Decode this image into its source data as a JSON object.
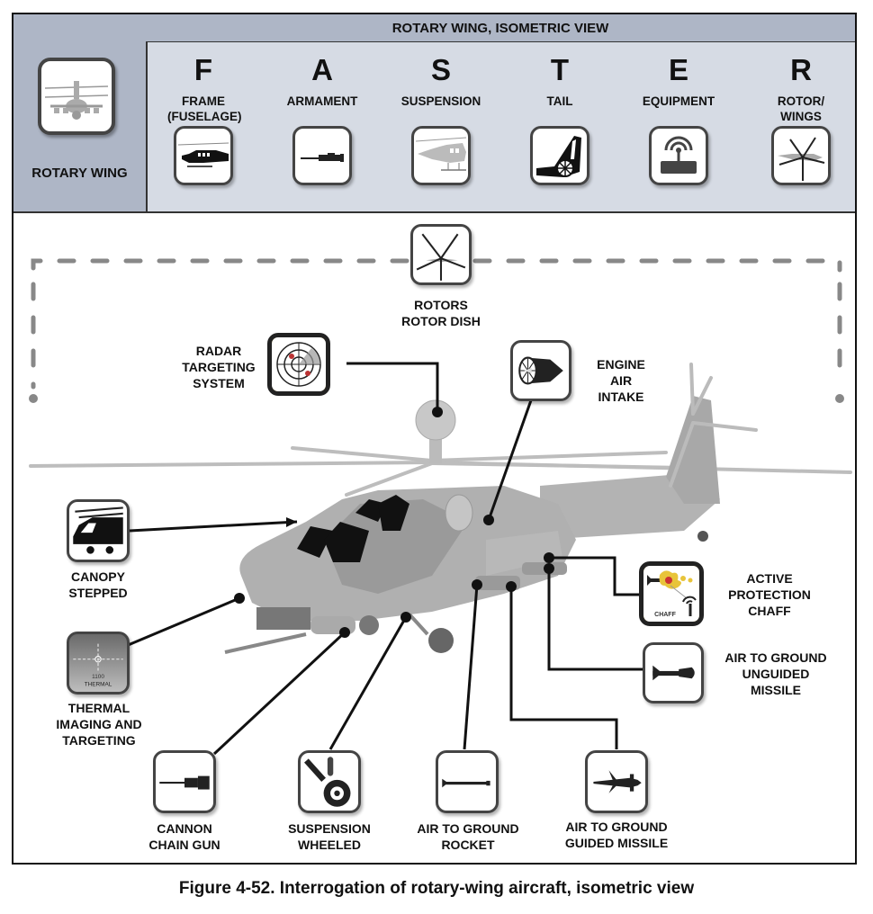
{
  "header": {
    "title": "ROTARY WING, ISOMETRIC VIEW",
    "left_label": "ROTARY WING",
    "left_icon": "attack-helicopter-front-icon"
  },
  "faster": [
    {
      "letter": "F",
      "name": "FRAME (FUSELAGE)",
      "icon": "utility-helicopter-silhouette-icon"
    },
    {
      "letter": "A",
      "name": "ARMAMENT",
      "icon": "machine-gun-icon"
    },
    {
      "letter": "S",
      "name": "SUSPENSION",
      "icon": "skid-helicopter-icon"
    },
    {
      "letter": "T",
      "name": "TAIL",
      "icon": "fenestron-tail-icon"
    },
    {
      "letter": "E",
      "name": "EQUIPMENT",
      "icon": "antenna-equipment-icon"
    },
    {
      "letter": "R",
      "name": "ROTOR/ WINGS",
      "icon": "rotor-blades-icon"
    }
  ],
  "callouts": {
    "rotors": {
      "line1": "ROTORS",
      "line2": "ROTOR DISH"
    },
    "radar": {
      "line1": "RADAR",
      "line2": "TARGETING",
      "line3": "SYSTEM"
    },
    "engine": {
      "line1": "ENGINE",
      "line2": "AIR",
      "line3": "INTAKE"
    },
    "canopy": {
      "line1": "CANOPY",
      "line2": "STEPPED"
    },
    "thermal": {
      "line1": "THERMAL",
      "line2": "IMAGING AND",
      "line3": "TARGETING",
      "screen_range": "1100",
      "screen_mode": "THERMAL"
    },
    "chaff": {
      "line1": "ACTIVE",
      "line2": "PROTECTION",
      "line3": "CHAFF",
      "icon_text": "CHAFF"
    },
    "unguided": {
      "line1": "AIR TO GROUND",
      "line2": "UNGUIDED",
      "line3": "MISSILE"
    },
    "cannon": {
      "line1": "CANNON",
      "line2": "CHAIN GUN"
    },
    "suspension": {
      "line1": "SUSPENSION",
      "line2": "WHEELED"
    },
    "rocket": {
      "line1": "AIR TO GROUND",
      "line2": "ROCKET"
    },
    "guided": {
      "line1": "AIR TO GROUND",
      "line2": "GUIDED MISSILE"
    }
  },
  "colors": {
    "header_dark": "#aeb6c6",
    "header_light": "#d6dbe4",
    "hazard_yellow": "#e8c43a",
    "dashed_gray": "#888888"
  },
  "caption": "Figure 4-52. Interrogation of rotary-wing aircraft, isometric view"
}
